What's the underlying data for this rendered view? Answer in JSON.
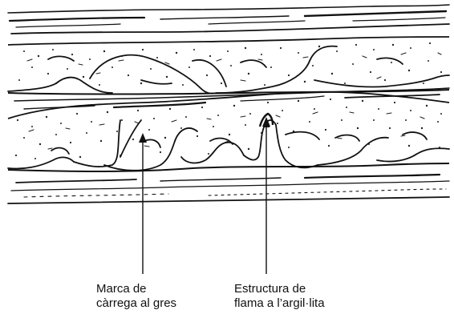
{
  "labels": {
    "load_cast": {
      "line1": "Marca de",
      "line2": "càrrega al gres"
    },
    "flame_structure": {
      "line1": "Estructura de",
      "line2": "flama a l’argil·lita"
    }
  },
  "colors": {
    "ink": "#111111",
    "background": "#ffffff"
  }
}
